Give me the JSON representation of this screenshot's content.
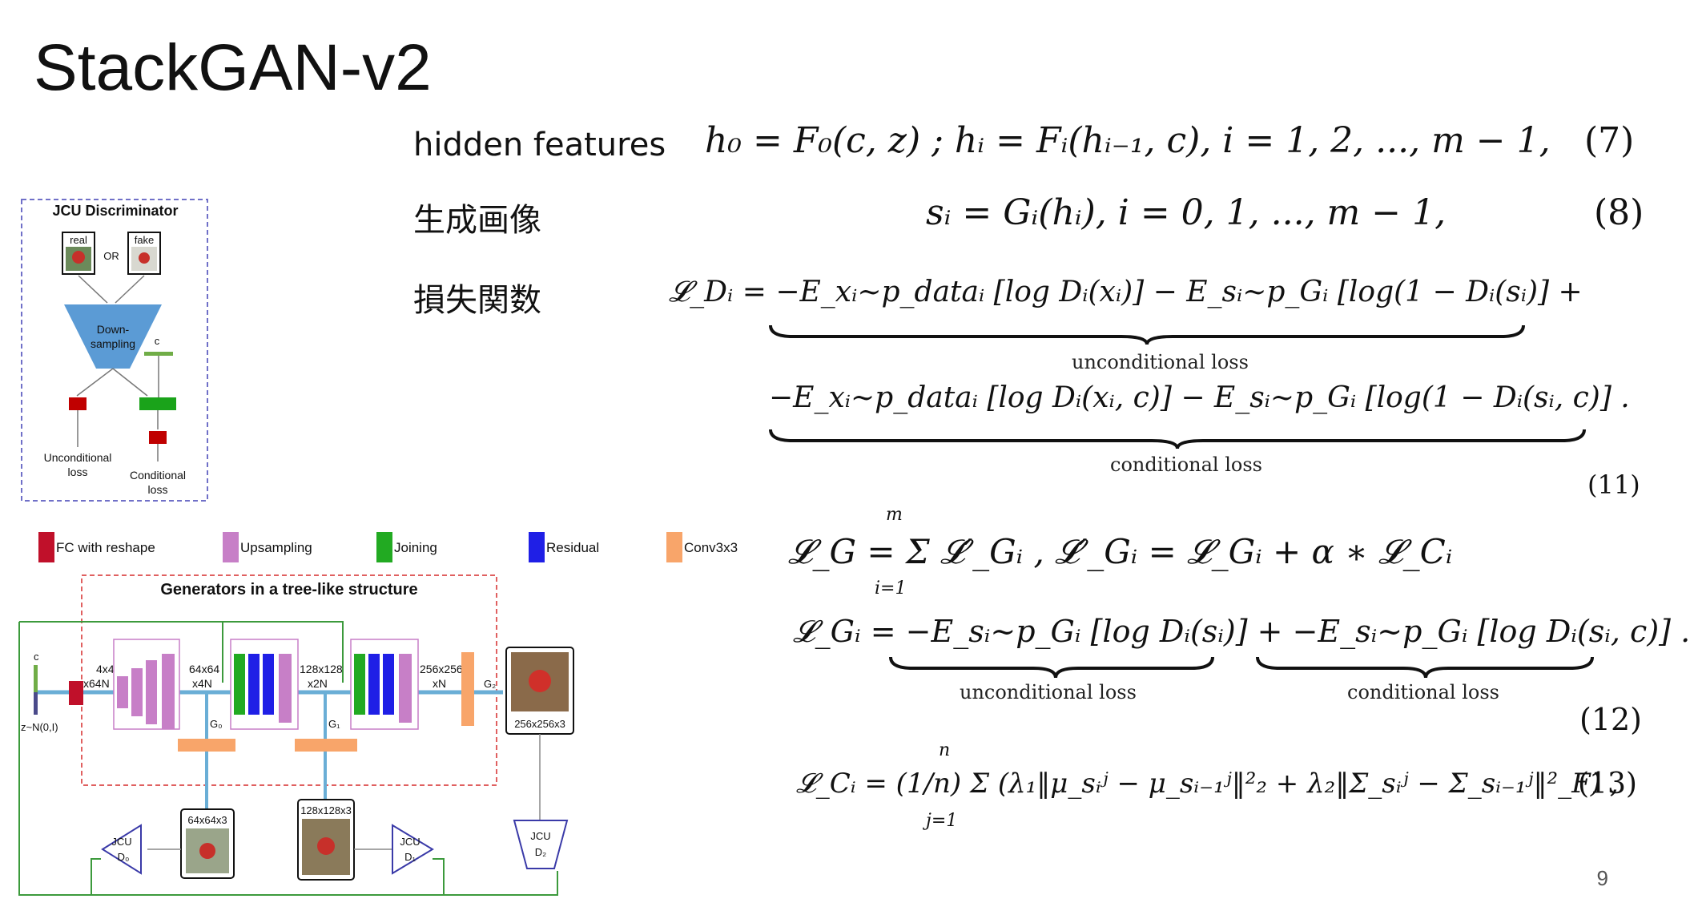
{
  "title": "StackGAN-v2",
  "page_number": "9",
  "rows": {
    "hidden": "hidden features",
    "generated": "生成画像",
    "loss": "損失関数"
  },
  "equations": {
    "eq7": "h₀ = F₀(c, z) ;   hᵢ = Fᵢ(hᵢ₋₁, c),  i = 1, 2, ..., m − 1,",
    "eq7_num": "(7)",
    "eq8": "sᵢ = Gᵢ(hᵢ),  i = 0, 1, ..., m − 1,",
    "eq8_num": "(8)",
    "eq11a": "𝓛_Dᵢ = −E_xᵢ∼p_dataᵢ [log Dᵢ(xᵢ)] − E_sᵢ∼p_Gᵢ [log(1 − Dᵢ(sᵢ)] +",
    "eq11a_brace": "unconditional loss",
    "eq11b": "−E_xᵢ∼p_dataᵢ [log Dᵢ(xᵢ, c)] − E_sᵢ∼p_Gᵢ [log(1 − Dᵢ(sᵢ, c)] .",
    "eq11b_brace": "conditional loss",
    "eq11_num": "(11)",
    "eqG": "𝓛_G = Σ 𝓛′_Gᵢ ,   𝓛′_Gᵢ = 𝓛_Gᵢ + α ∗ 𝓛_Cᵢ",
    "eqG_sum_top": "m",
    "eqG_sum_bot": "i=1",
    "eq12": "𝓛_Gᵢ = −E_sᵢ∼p_Gᵢ [log Dᵢ(sᵢ)] + −E_sᵢ∼p_Gᵢ [log Dᵢ(sᵢ, c)] .",
    "eq12_brace_left": "unconditional loss",
    "eq12_brace_right": "conditional loss",
    "eq12_num": "(12)",
    "eq13": "𝓛_Cᵢ = (1/n) Σ (λ₁‖μ_sᵢʲ − μ_sᵢ₋₁ʲ‖²₂ + λ₂‖Σ_sᵢʲ − Σ_sᵢ₋₁ʲ‖²_F) ,",
    "eq13_sum_top": "n",
    "eq13_sum_bot": "j=1",
    "eq13_num": "(13)"
  },
  "discriminator_box": {
    "title": "JCU Discriminator",
    "real": "real",
    "fake": "fake",
    "or": "OR",
    "down": "Down-\nsampling",
    "down1": "Down-",
    "down2": "sampling",
    "c": "c",
    "uncond1": "Unconditional",
    "uncond2": "loss",
    "cond1": "Conditional",
    "cond2": "loss"
  },
  "legend": [
    {
      "label": "FC with reshape",
      "color": "#c0102a"
    },
    {
      "label": "Upsampling",
      "color": "#c77fc7"
    },
    {
      "label": "Joining",
      "color": "#22aa22"
    },
    {
      "label": "Residual",
      "color": "#1f1fe6"
    },
    {
      "label": "Conv3x3",
      "color": "#f8a56a"
    }
  ],
  "generator": {
    "title": "Generators in a tree-like structure",
    "c": "c",
    "z": "z~N(0,I)",
    "s1a": "4x4",
    "s1b": "x64N",
    "s2a": "64x64",
    "s2b": "x4N",
    "s3a": "128x128",
    "s3b": "x2N",
    "s4a": "256x256",
    "s4b": "xN",
    "ng_sub": "g",
    "g0": "G₀",
    "g1": "G₁",
    "g2": "G₂",
    "img64": "64x64x3",
    "img128": "128x128x3",
    "img256": "256x256x3",
    "jcu": "JCU",
    "d0": "D₀",
    "d1": "D₁",
    "d2": "D₂"
  }
}
